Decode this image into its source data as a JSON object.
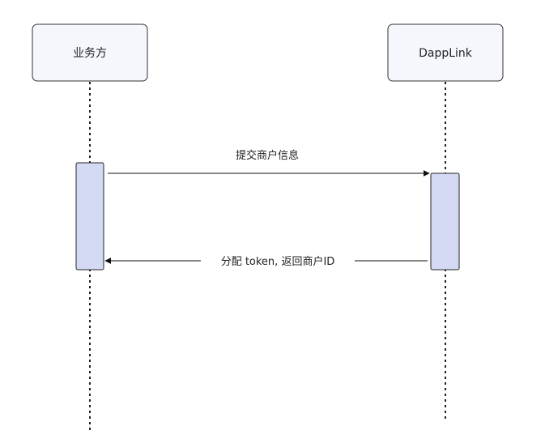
{
  "actors": [
    {
      "name": "业务方"
    },
    {
      "name": "DappLink"
    }
  ],
  "messages": [
    {
      "label": "提交商户信息",
      "from": "业务方",
      "to": "DappLink"
    },
    {
      "label": "分配 token, 返回商户ID",
      "from": "DappLink",
      "to": "业务方"
    }
  ],
  "colors": {
    "actor_fill": "#f5f7fd",
    "activation_fill": "#d5daf4",
    "line": "#111111"
  }
}
